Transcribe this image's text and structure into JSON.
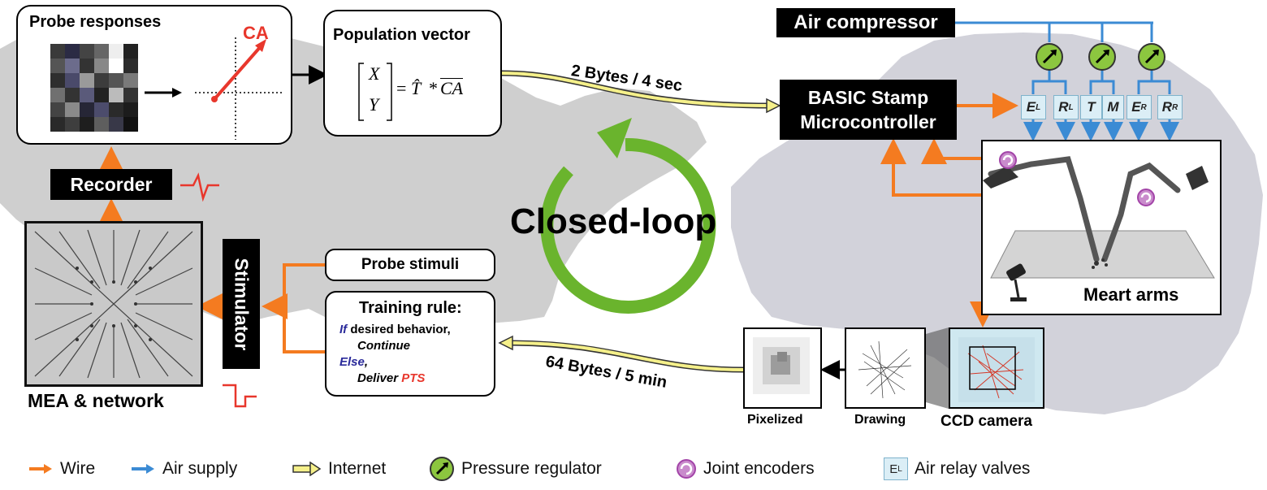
{
  "probe_box": {
    "title": "Probe responses",
    "ca_label": "CA"
  },
  "population_box": {
    "title": "Population vector",
    "eq_x": "X",
    "eq_y": "Y",
    "eq_eq": "=",
    "eq_t": "T̂",
    "eq_star": "*",
    "eq_ca": "CA"
  },
  "internet_top": "2 Bytes / 4 sec",
  "internet_bottom": "64 Bytes / 5 min",
  "recorder": "Recorder",
  "mea_label": "MEA & network",
  "stimulator": "Stimulator",
  "probe_stimuli": "Probe stimuli",
  "training": {
    "title": "Training rule:",
    "if_kw": "If",
    "if_text": " desired behavior,",
    "continue": "Continue",
    "else_kw": "Else",
    "else_comma": ",",
    "deliver": "Deliver ",
    "pts": "PTS"
  },
  "closed_loop": "Closed-loop",
  "air_compressor": "Air compressor",
  "basic_stamp": [
    "BASIC Stamp",
    "Microcontroller"
  ],
  "valves": [
    {
      "letter": "E",
      "sub": "L"
    },
    {
      "letter": "R",
      "sub": "L"
    },
    {
      "letter": "T",
      "sub": ""
    },
    {
      "letter": "M",
      "sub": ""
    },
    {
      "letter": "E",
      "sub": "R"
    },
    {
      "letter": "R",
      "sub": "R"
    }
  ],
  "meart_arms": "Meart arms",
  "camera_panels": [
    "Pixelized",
    "Drawing",
    "CCD camera"
  ],
  "legend": {
    "wire": "Wire",
    "air": "Air supply",
    "internet": "Internet",
    "pressure": "Pressure regulator",
    "encoders": "Joint encoders",
    "valve_icon_letter": "E",
    "valve_icon_sub": "L",
    "relay": "Air relay valves"
  },
  "colors": {
    "wire": "#f47b20",
    "air": "#3b8bd4",
    "internet_fill": "#f5f08a",
    "loop_green": "#6ab42d",
    "ca_red": "#e8372c",
    "encoder_purple": "#a344a8",
    "regulator_green": "#8cc63f",
    "map_gray": "#cfcfcf",
    "rule_blue": "#2a2a9a"
  }
}
